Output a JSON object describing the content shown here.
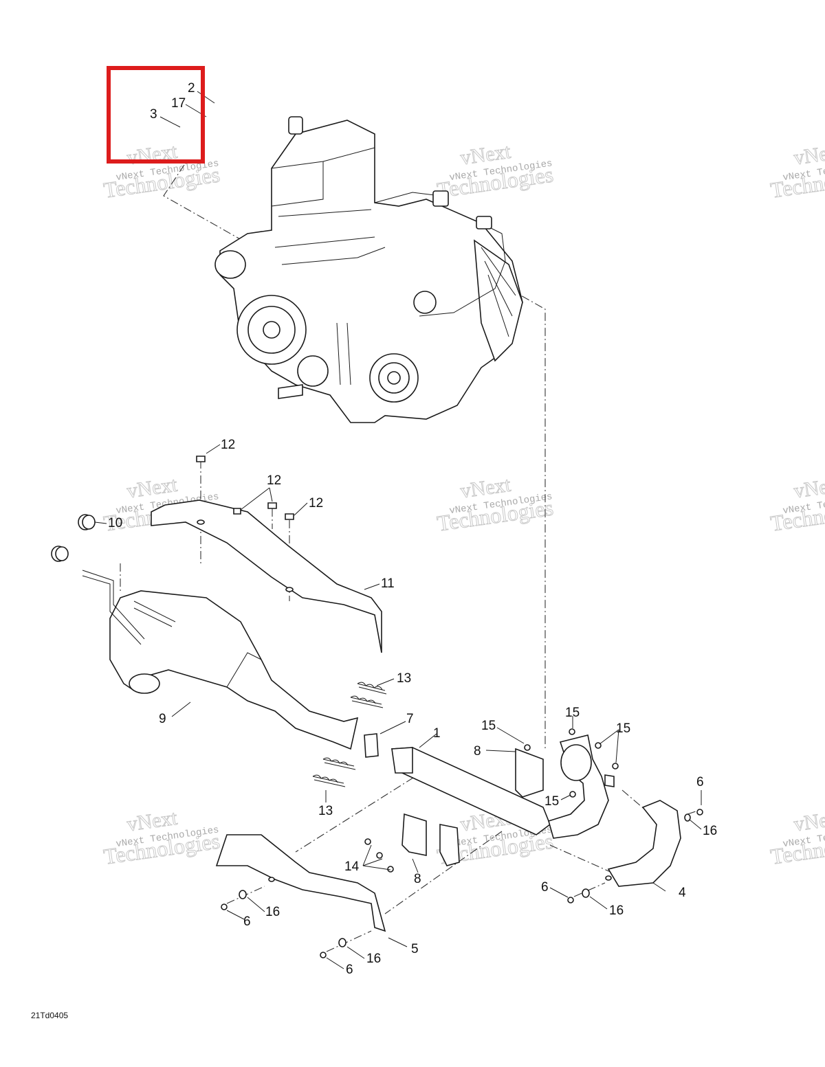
{
  "drawing_code": "21Td0405",
  "watermark": {
    "text_line1": "vNext Technologies",
    "text_big": "Technologies",
    "text_top": "vNext"
  },
  "highlight_color": "#dd1c1c",
  "callouts": [
    {
      "id": "c2",
      "label": "2"
    },
    {
      "id": "c17",
      "label": "17"
    },
    {
      "id": "c3",
      "label": "3"
    },
    {
      "id": "c12a",
      "label": "12"
    },
    {
      "id": "c12b",
      "label": "12"
    },
    {
      "id": "c12c",
      "label": "12"
    },
    {
      "id": "c10",
      "label": "10"
    },
    {
      "id": "c11",
      "label": "11"
    },
    {
      "id": "c13a",
      "label": "13"
    },
    {
      "id": "c7",
      "label": "7"
    },
    {
      "id": "c1",
      "label": "1"
    },
    {
      "id": "c9",
      "label": "9"
    },
    {
      "id": "c15a",
      "label": "15"
    },
    {
      "id": "c15b",
      "label": "15"
    },
    {
      "id": "c15c",
      "label": "15"
    },
    {
      "id": "c8a",
      "label": "8"
    },
    {
      "id": "c15d",
      "label": "15"
    },
    {
      "id": "c6a",
      "label": "6"
    },
    {
      "id": "c16a",
      "label": "16"
    },
    {
      "id": "c13b",
      "label": "13"
    },
    {
      "id": "c14",
      "label": "14"
    },
    {
      "id": "c8b",
      "label": "8"
    },
    {
      "id": "c6b",
      "label": "6"
    },
    {
      "id": "c16b",
      "label": "16"
    },
    {
      "id": "c4",
      "label": "4"
    },
    {
      "id": "c16c",
      "label": "16"
    },
    {
      "id": "c6c",
      "label": "6"
    },
    {
      "id": "c5",
      "label": "5"
    },
    {
      "id": "c16d",
      "label": "16"
    },
    {
      "id": "c6d",
      "label": "6"
    }
  ]
}
